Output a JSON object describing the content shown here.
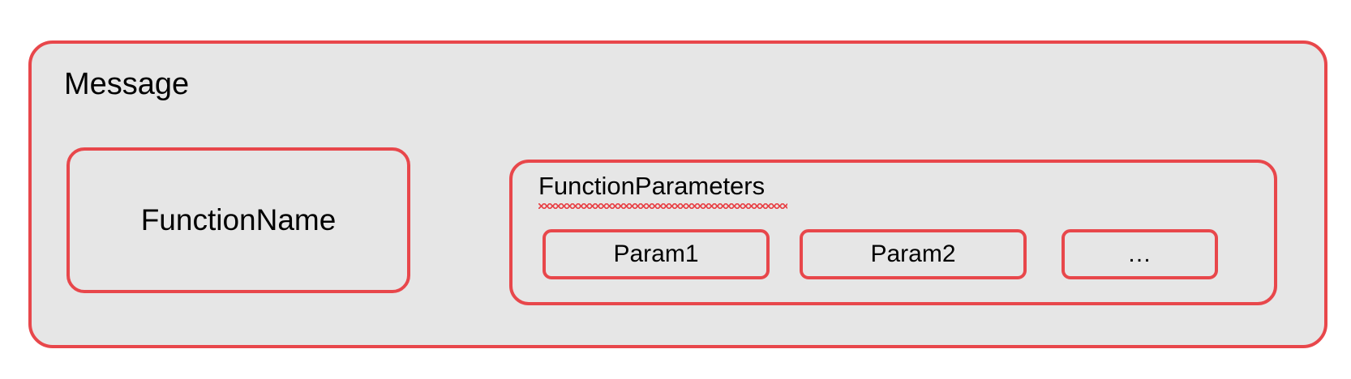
{
  "diagram": {
    "title": "Message",
    "colors": {
      "border": "#e8474b",
      "fill": "#e6e6e6",
      "text": "#000000",
      "background": "#ffffff",
      "spellcheck": "#e8474b"
    },
    "function_name": {
      "label": "FunctionName"
    },
    "function_parameters": {
      "label": "FunctionParameters",
      "spellcheck_underline": true,
      "params": [
        {
          "label": "Param1"
        },
        {
          "label": "Param2"
        },
        {
          "label": "…"
        }
      ]
    }
  }
}
